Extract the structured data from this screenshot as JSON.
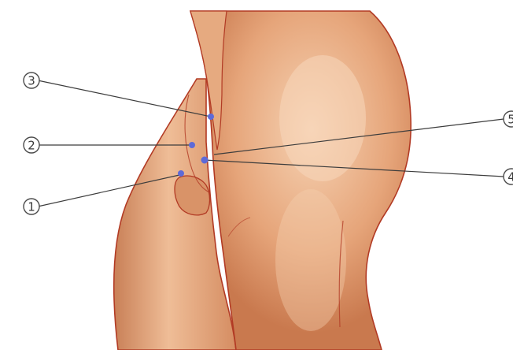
{
  "colors": {
    "skin_light": "#f4c7a3",
    "skin_mid": "#dd9a6f",
    "skin_dark": "#c4764b",
    "outline": "#b23a24",
    "leader_line": "#3c3c3c",
    "marker": "#5d6ad8",
    "callout_circle": "#4a4a4a",
    "background": "#ffffff"
  },
  "callouts": [
    {
      "id": "3",
      "label": "3"
    },
    {
      "id": "2",
      "label": "2"
    },
    {
      "id": "1",
      "label": "1"
    },
    {
      "id": "5",
      "label": "5"
    },
    {
      "id": "4",
      "label": "4"
    }
  ]
}
